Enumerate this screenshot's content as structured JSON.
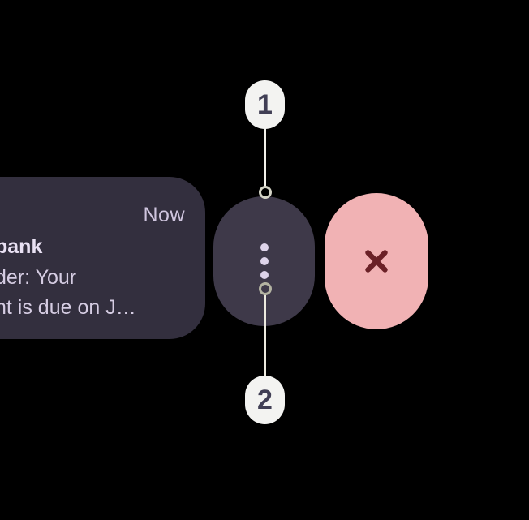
{
  "canvas": {
    "background": "#000000",
    "description": "Android notification swipe-actions tutorial frame"
  },
  "notification": {
    "timestamp": "Now",
    "title_fragment": "bank",
    "body_line1": "der: Your",
    "body_line2": "nt is due on J…",
    "colors": {
      "card_bg": "#332f3e",
      "title_text": "#e9e1f3",
      "body_text": "#d6cde3",
      "timestamp_text": "#cfc5de"
    }
  },
  "actions": {
    "more_button": {
      "icon": "vertical-ellipsis-icon",
      "bg": "#3e3949",
      "dot_color": "#ded4ea"
    },
    "dismiss_button": {
      "icon": "close-x-icon",
      "bg": "#f1b2b4",
      "x_color": "#6b2127"
    }
  },
  "annotations": {
    "callout_1": {
      "label": "1"
    },
    "callout_2": {
      "label": "2"
    },
    "badge_bg": "#f3f3f1",
    "badge_text_color": "#413f55",
    "line_color": "#f2f1ea",
    "ring_top_color": "#d4d4c6",
    "ring_bottom_color": "#b3b3a2"
  }
}
